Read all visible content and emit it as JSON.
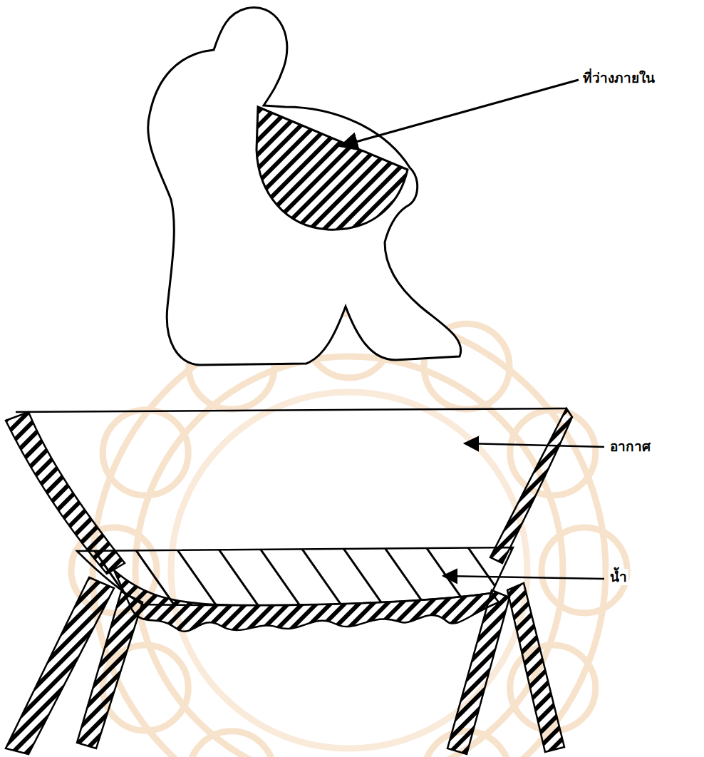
{
  "diagram": {
    "labels": [
      "ที่ว่างภายใน",
      "อากาศ",
      "น้ำ"
    ]
  }
}
